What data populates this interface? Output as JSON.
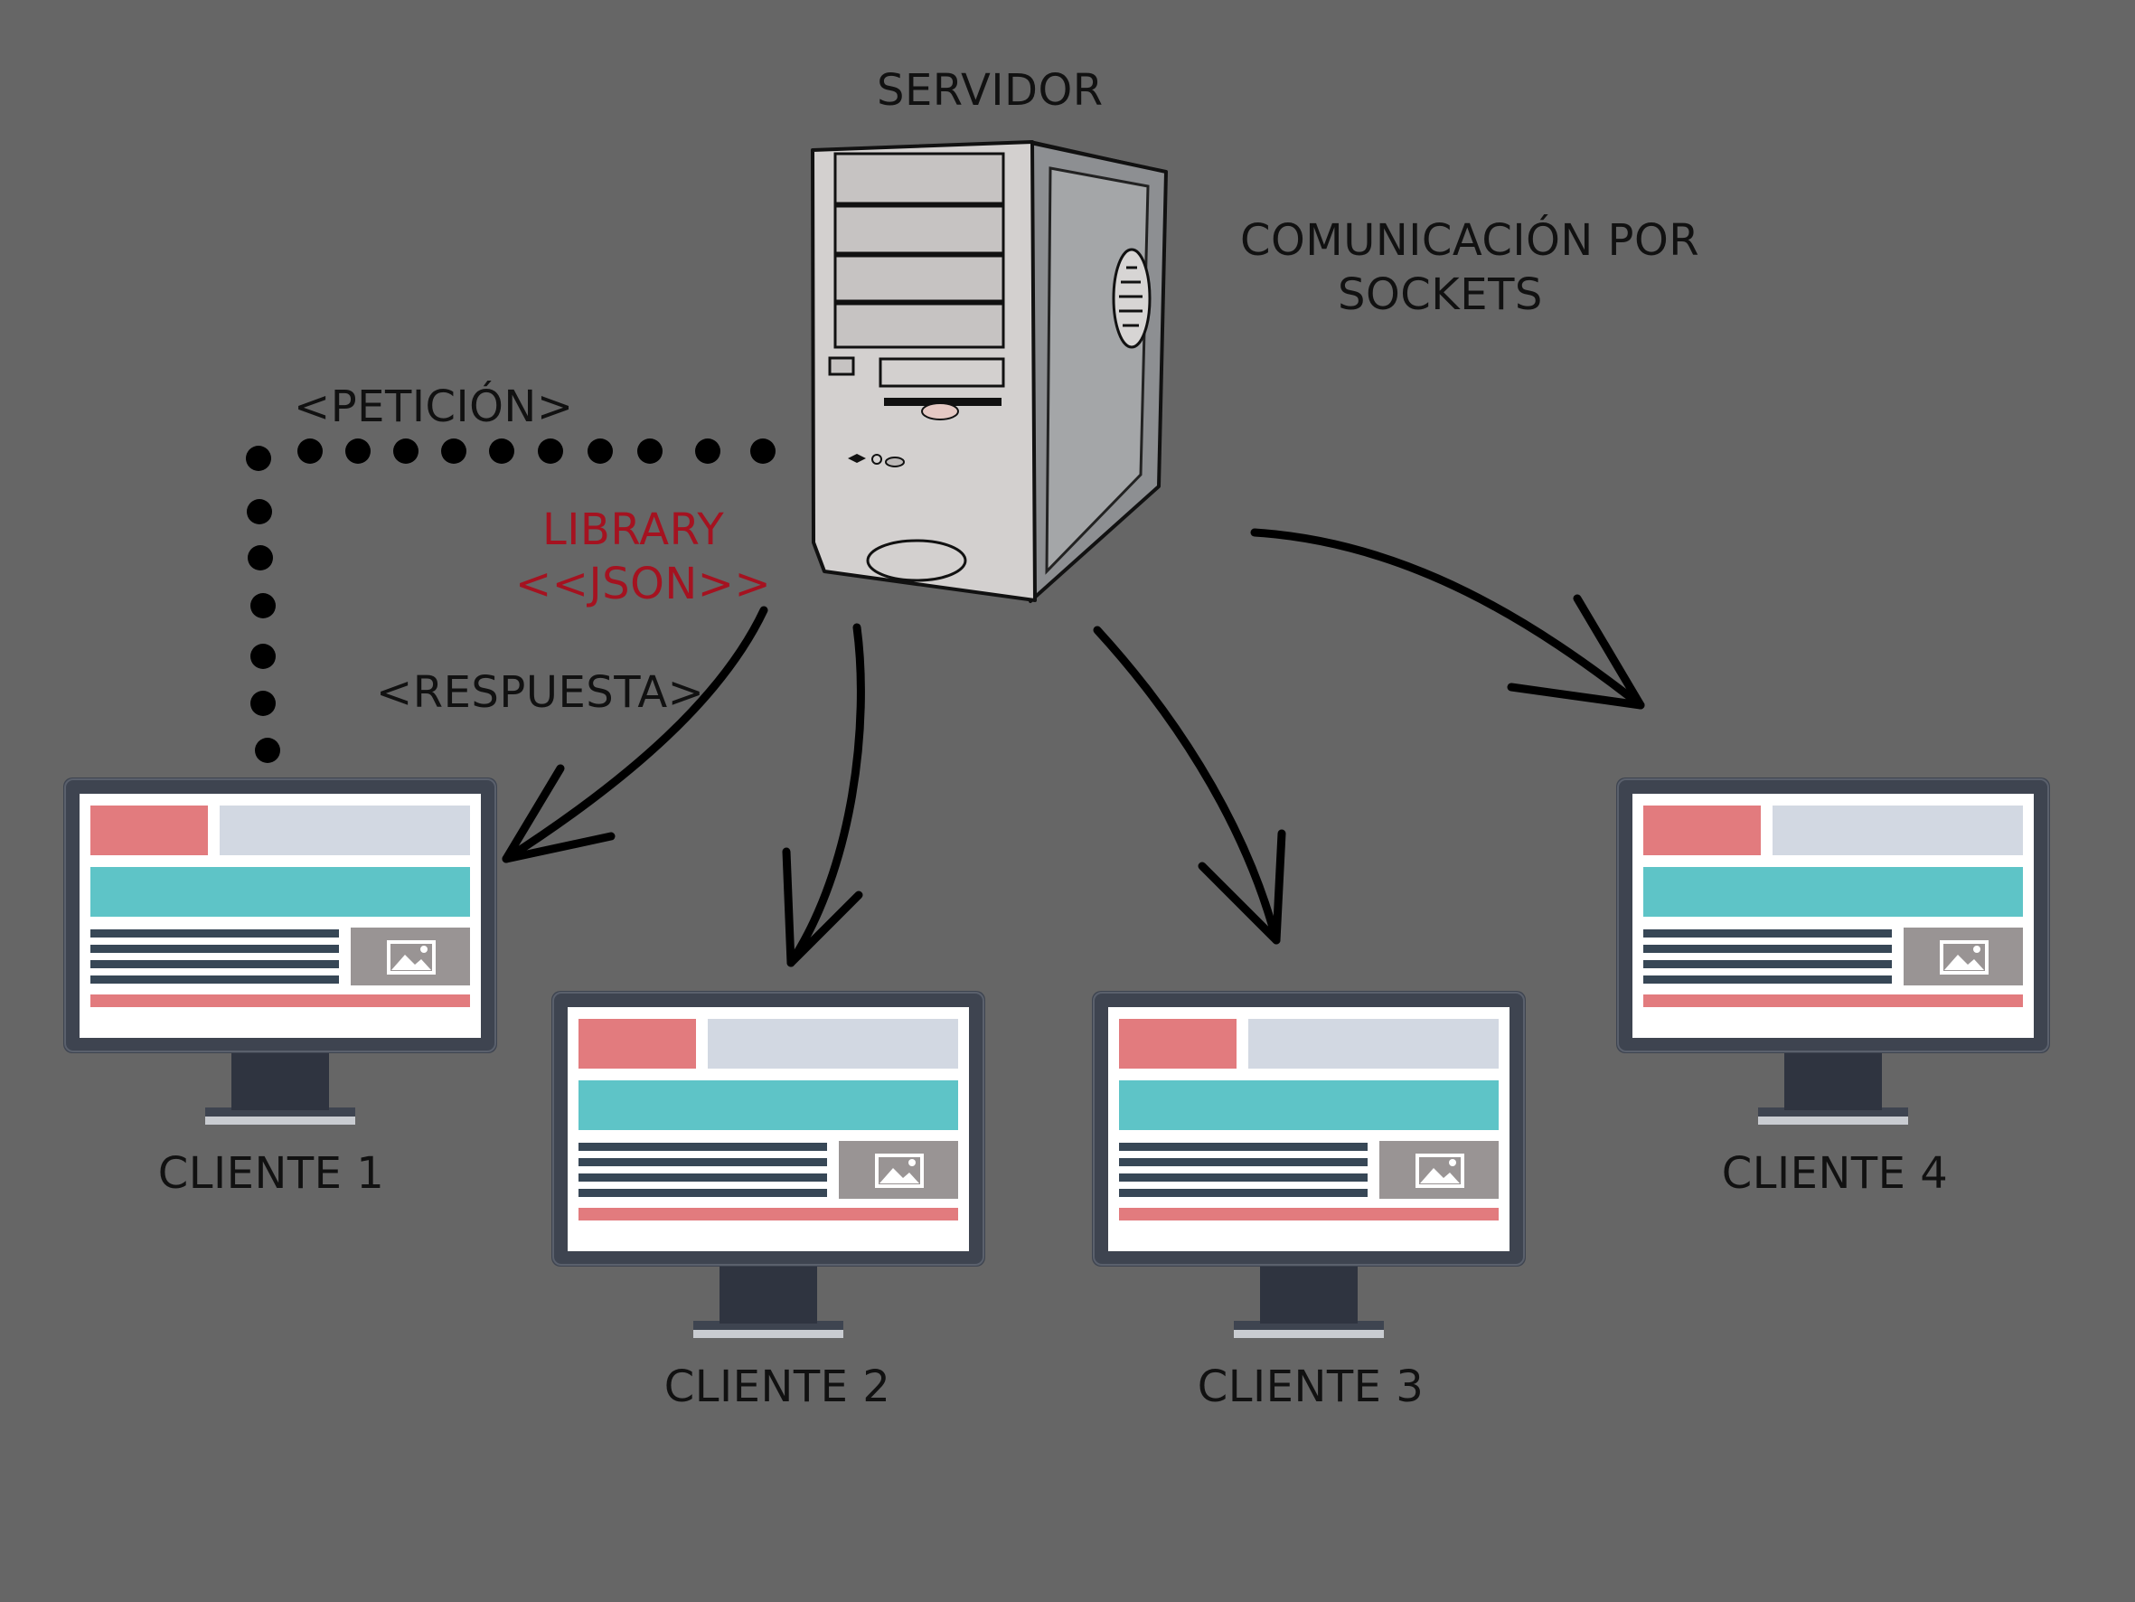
{
  "server": {
    "label": "SERVIDOR",
    "icon": "server-tower-icon"
  },
  "communication": {
    "line1": "COMUNICACIÓN POR",
    "line2": "SOCKETS"
  },
  "request": {
    "label": "<PETICIÓN>",
    "style": "dotted"
  },
  "response": {
    "label": "<RESPUESTA>"
  },
  "library": {
    "line1": "LIBRARY",
    "line2": "<<JSON>>",
    "color": "#a51220"
  },
  "clients": [
    {
      "label": "CLIENTE 1",
      "icon": "monitor-icon"
    },
    {
      "label": "CLIENTE 2",
      "icon": "monitor-icon"
    },
    {
      "label": "CLIENTE 3",
      "icon": "monitor-icon"
    },
    {
      "label": "CLIENTE 4",
      "icon": "monitor-icon"
    }
  ],
  "colors": {
    "background": "#666666",
    "arrow": "#000000",
    "library_text": "#a51220",
    "monitor_frame": "#3e4450",
    "screen_red": "#e27b7e",
    "screen_teal": "#5ec4c7",
    "screen_light": "#d2d8e2",
    "screen_dark": "#374756",
    "screen_image": "#999494"
  }
}
